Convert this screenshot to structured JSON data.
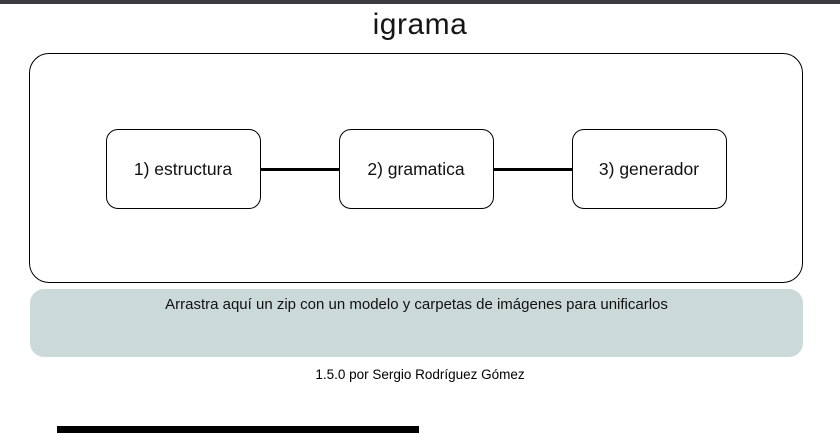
{
  "title": "igrama",
  "steps": [
    {
      "label": "1) estructura"
    },
    {
      "label": "2) gramatica"
    },
    {
      "label": "3) generador"
    }
  ],
  "dropzone": {
    "label": "Arrastra aquí un zip con un modelo y carpetas de imágenes para unificarlos"
  },
  "footer": {
    "version": "1.5.0 por Sergio Rodríguez Gómez"
  },
  "colors": {
    "topbar": "#3b3b41",
    "dropzone_bg": "#ccd9d9",
    "outline": "#000000"
  }
}
